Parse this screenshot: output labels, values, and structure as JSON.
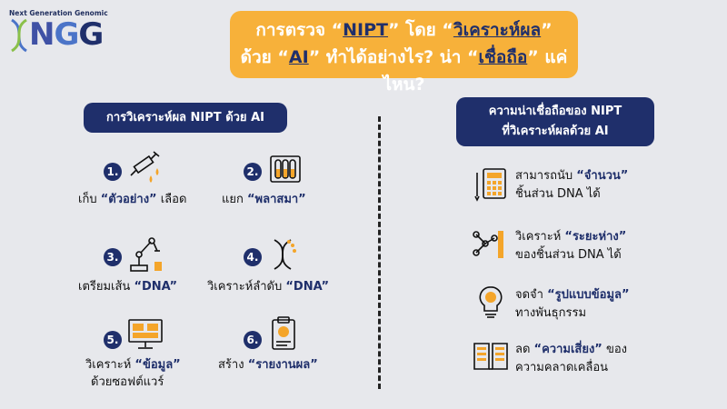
{
  "logo": {
    "tagline": "Next Generation Genomic",
    "n": "N",
    "g1": "G",
    "g2": "G"
  },
  "banner": {
    "l1_a": "การตรวจ “",
    "l1_kw1": "NIPT",
    "l1_b": "” โดย “",
    "l1_kw2": "วิเคราะห์ผล",
    "l1_c": "”",
    "l2_a": "ด้วย “",
    "l2_kw1": "AI",
    "l2_b": "” ทำได้อย่างไร? น่า “",
    "l2_kw2": "เชื่อถือ",
    "l2_c": "” แค่ไหน?"
  },
  "left_section": {
    "title": "การวิเคราะห์ผล NIPT ด้วย AI",
    "steps": [
      {
        "num": "1.",
        "pre": "เก็บ ",
        "q": "“ตัวอย่าง”",
        "post": " เลือด",
        "icon": "syringe-icon"
      },
      {
        "num": "2.",
        "pre": "แยก ",
        "q": "“พลาสมา”",
        "post": "",
        "icon": "test-tubes-icon"
      },
      {
        "num": "3.",
        "pre": "เตรียมเส้น ",
        "q": "“DNA”",
        "post": "",
        "icon": "robot-arm-icon"
      },
      {
        "num": "4.",
        "pre": "วิเคราะห์ลำดับ ",
        "q": "“DNA”",
        "post": "",
        "icon": "dna-icon"
      },
      {
        "num": "5.",
        "pre": "วิเคราะห์ ",
        "q": "“ข้อมูล”",
        "post": "",
        "line2": "ด้วยซอฟต์แวร์",
        "icon": "monitor-icon"
      },
      {
        "num": "6.",
        "pre": "สร้าง ",
        "q": "“รายงานผล”",
        "post": "",
        "icon": "clipboard-icon"
      }
    ]
  },
  "right_section": {
    "title_line1": "ความน่าเชื่อถือของ NIPT",
    "title_line2": "ที่วิเคราะห์ผลด้วย AI",
    "items": [
      {
        "l1_pre": "สามารถนับ ",
        "l1_q": "“จำนวน”",
        "l2": "ชิ้นส่วน DNA ได้",
        "icon": "calculator-icon"
      },
      {
        "l1_pre": "วิเคราะห์ ",
        "l1_q": "“ระยะห่าง”",
        "l2": "ของชิ้นส่วน DNA ได้",
        "icon": "ruler-network-icon"
      },
      {
        "l1_pre": "จดจำ ",
        "l1_q": "“รูปแบบข้อมูล”",
        "l2": "ทางพันธุกรรม",
        "icon": "lightbulb-icon"
      },
      {
        "l1_pre": "ลด ",
        "l1_q": "“ความเสี่ยง”",
        "l1_post": " ของ",
        "l2": "ความคลาดเคลื่อน",
        "icon": "book-icon"
      }
    ]
  },
  "colors": {
    "background": "#e7e8ec",
    "navy": "#1f2f6b",
    "orange": "#f4a52a",
    "banner": "#f7b13a"
  }
}
